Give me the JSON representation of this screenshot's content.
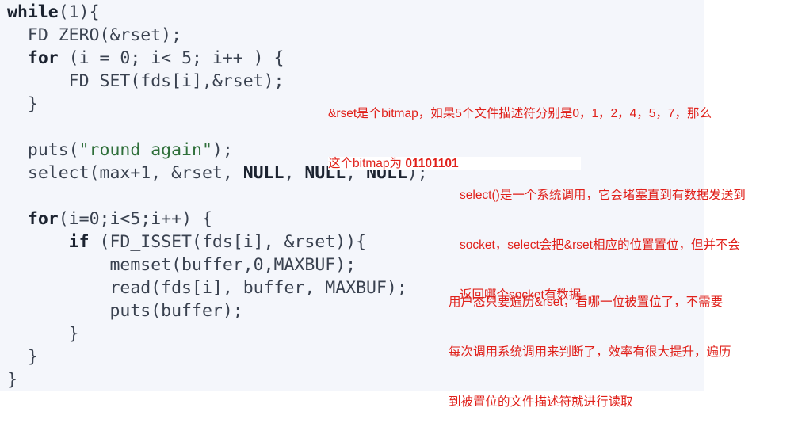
{
  "code": {
    "lines": [
      [
        "while",
        "(1){"
      ],
      [
        "  FD_ZERO(&rset);"
      ],
      [
        "  ",
        "for",
        " (i = 0; i< 5; i++ ) {"
      ],
      [
        "      FD_SET(fds[i],&rset);"
      ],
      [
        "  }"
      ],
      [
        ""
      ],
      [
        "  puts(",
        "\"round again\"",
        ");"
      ],
      [
        "  select(max+1, &rset, ",
        "NULL",
        ", ",
        "NULL",
        ", ",
        "NULL",
        ");"
      ],
      [
        ""
      ],
      [
        "  ",
        "for",
        "(i=0;i<5;i++) {"
      ],
      [
        "      ",
        "if",
        " (FD_ISSET(fds[i], &rset)){"
      ],
      [
        "          memset(buffer,0,MAXBUF);"
      ],
      [
        "          read(fds[i], buffer, MAXBUF);"
      ],
      [
        "          puts(buffer);"
      ],
      [
        "      }"
      ],
      [
        "  }"
      ],
      [
        "}"
      ]
    ]
  },
  "annotations": {
    "bitmap_line1": "&rset是个bitmap，如果5个文件描述符分别是0，1，2，4，5，7，那么",
    "bitmap_line2_prefix": "这个bitmap为 ",
    "bitmap_value": "01101101",
    "select_line1": "select()是一个系统调用，它会堵塞直到有数据发送到",
    "select_line2": "socket，select会把&rset相应的位置置位，但并不会",
    "select_line3": "返回哪个socket有数据",
    "user_line1": "用户态只要遍历&rset，看哪一位被置位了，不需要",
    "user_line2": "每次调用系统调用来判断了，效率有很大提升，遍历",
    "user_line3": "到被置位的文件描述符就进行读取"
  }
}
